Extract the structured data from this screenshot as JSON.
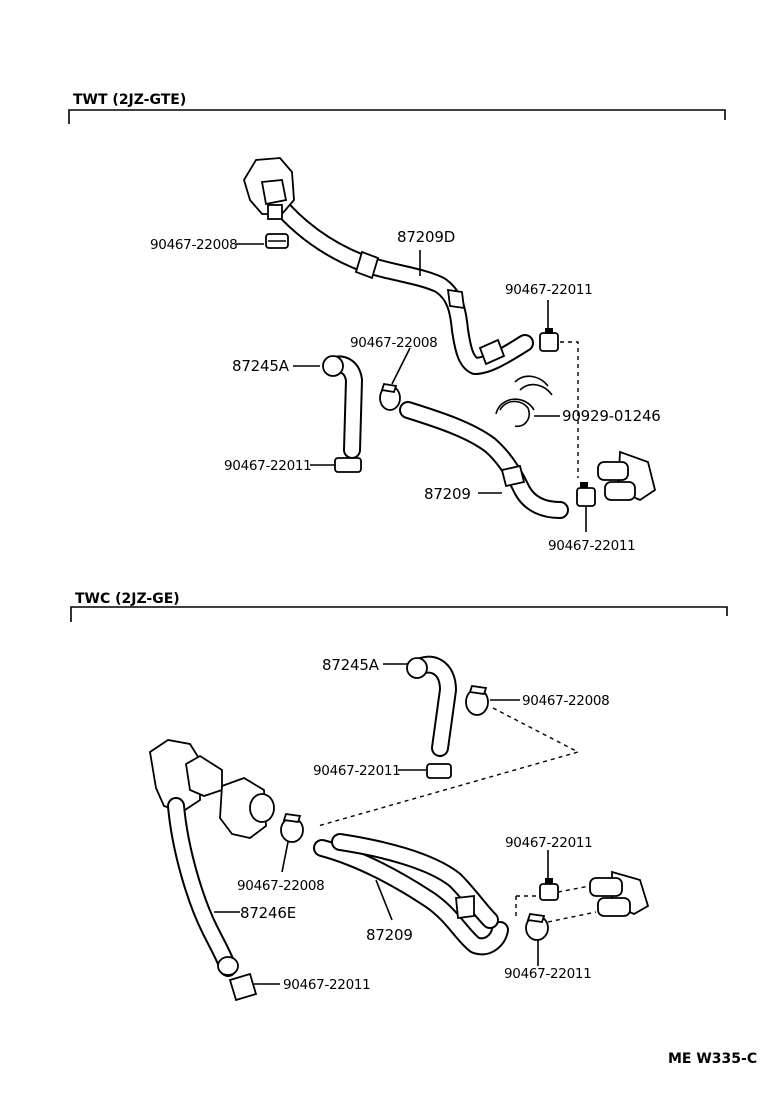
{
  "sections": [
    {
      "title": "TWT (2JZ-GTE)",
      "labels": {
        "hose_upper": "87209D",
        "hose_lower": "87209",
        "hose_side": "87245A",
        "clamp_a": "90467-22008",
        "clamp_b": "90467-22008",
        "clamp_c": "90467-22011",
        "clamp_d": "90467-22011",
        "clamp_e": "90467-22011",
        "clip": "90929-01246"
      }
    },
    {
      "title": "TWC (2JZ-GE)",
      "labels": {
        "hose_side": "87245A",
        "hose_lower": "87209",
        "hose_long": "87246E",
        "clamp_a": "90467-22008",
        "clamp_b": "90467-22011",
        "clamp_c": "90467-22008",
        "clamp_d": "90467-22011",
        "clamp_e": "90467-22011",
        "clamp_f": "90467-22011"
      }
    }
  ],
  "diagram_code": "ME  W335-C"
}
